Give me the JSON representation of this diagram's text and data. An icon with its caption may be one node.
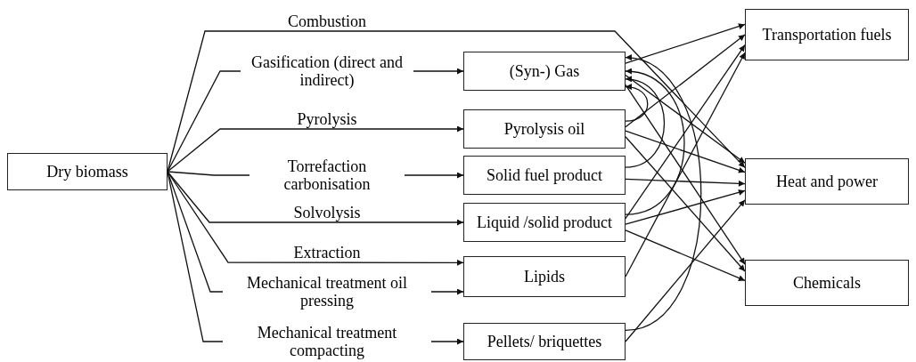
{
  "diagram": {
    "nodes": [
      {
        "text": [
          "Dry biomass"
        ]
      },
      {
        "text": [
          "(Syn-) Gas"
        ]
      },
      {
        "text": [
          "Pyrolysis oil"
        ]
      },
      {
        "text": [
          "Solid fuel product"
        ]
      },
      {
        "text": [
          "Liquid /solid product"
        ]
      },
      {
        "text": [
          "Lipids"
        ]
      },
      {
        "text": [
          "Pellets/ briquettes"
        ]
      },
      {
        "text": [
          "Transportation fuels"
        ]
      },
      {
        "text": [
          "Heat and power"
        ]
      },
      {
        "text": [
          "Chemicals"
        ]
      }
    ],
    "edges": [
      {
        "from": 0,
        "to": 8,
        "arrow": "to",
        "label": "Combustion"
      },
      {
        "from": 0,
        "to": 1,
        "arrow": "to",
        "label": "Gasification (direct and indirect)"
      },
      {
        "from": 0,
        "to": 2,
        "arrow": "to",
        "label": "Pyrolysis"
      },
      {
        "from": 0,
        "to": 3,
        "arrow": "to",
        "label": "Torrefaction carbonisation"
      },
      {
        "from": 0,
        "to": 4,
        "arrow": "to",
        "label": "Solvolysis"
      },
      {
        "from": 0,
        "to": 5,
        "arrow": "to",
        "label": "Extraction"
      },
      {
        "from": 0,
        "to": 5,
        "arrow": "to",
        "label": "Mechanical treatment oil pressing"
      },
      {
        "from": 0,
        "to": 6,
        "arrow": "to",
        "label": "Mechanical treatment compacting"
      },
      {
        "from": 1,
        "to": 7,
        "arrow": "to"
      },
      {
        "from": 1,
        "to": 8,
        "arrow": "to"
      },
      {
        "from": 1,
        "to": 9,
        "arrow": "to"
      },
      {
        "from": 2,
        "to": 1,
        "arrow": "to"
      },
      {
        "from": 2,
        "to": 7,
        "arrow": "to"
      },
      {
        "from": 2,
        "to": 8,
        "arrow": "to"
      },
      {
        "from": 2,
        "to": 9,
        "arrow": "to"
      },
      {
        "from": 3,
        "to": 1,
        "arrow": "to"
      },
      {
        "from": 3,
        "to": 8,
        "arrow": "to"
      },
      {
        "from": 4,
        "to": 1,
        "arrow": "to"
      },
      {
        "from": 4,
        "to": 7,
        "arrow": "to"
      },
      {
        "from": 4,
        "to": 8,
        "arrow": "to"
      },
      {
        "from": 4,
        "to": 9,
        "arrow": "to"
      },
      {
        "from": 5,
        "to": 7,
        "arrow": "to"
      },
      {
        "from": 6,
        "to": 1,
        "arrow": "to"
      },
      {
        "from": 6,
        "to": 8,
        "arrow": "to"
      }
    ]
  }
}
